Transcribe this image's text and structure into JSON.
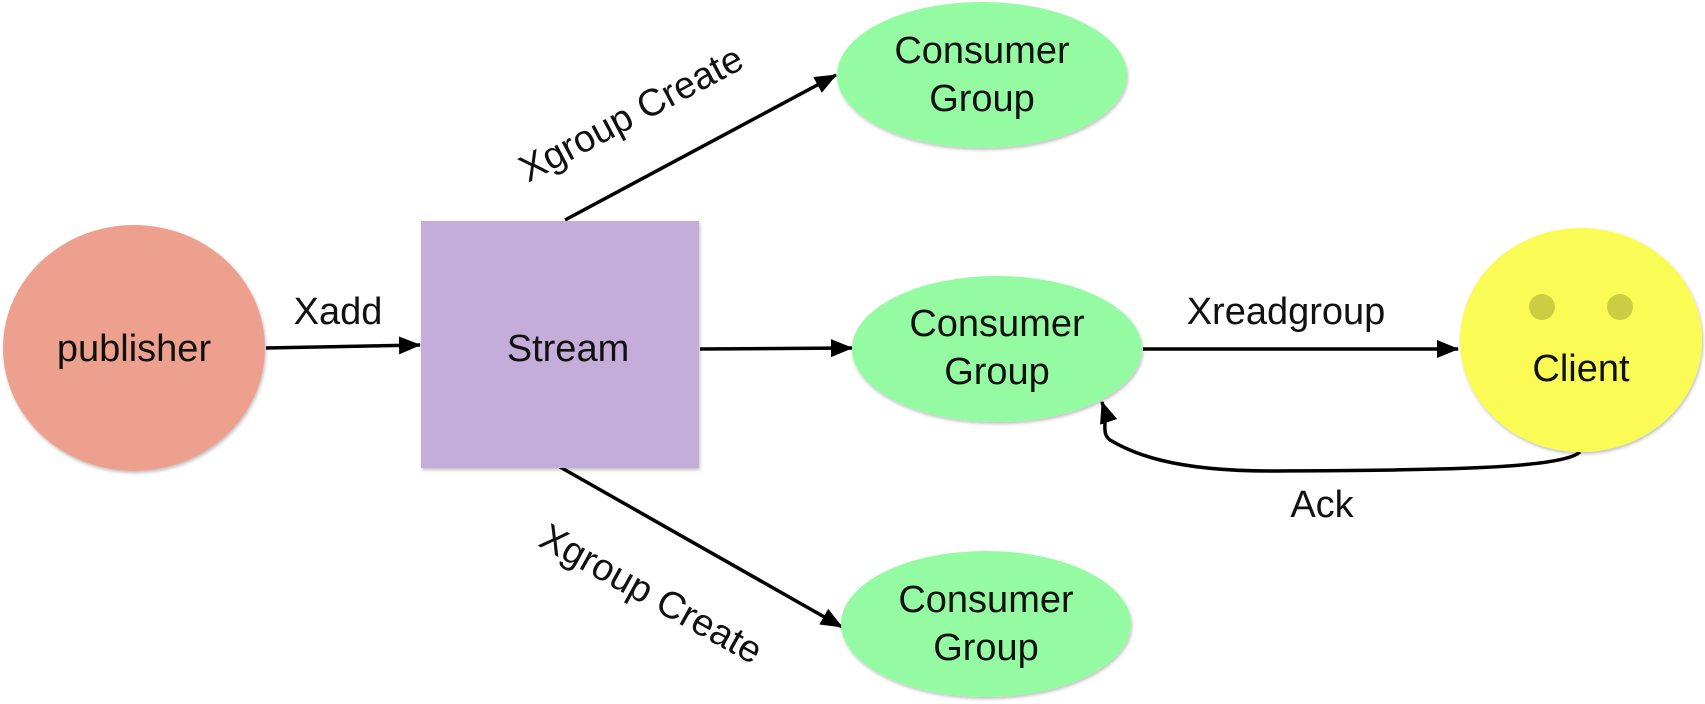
{
  "colors": {
    "publisher": "#EEA08F",
    "stream": "#C5ADD9",
    "consumer_group": "#94FBA2",
    "client": "#FBFB55",
    "client_eyes": "#CDCD44",
    "edge": "#000000"
  },
  "nodes": {
    "publisher": {
      "label": "publisher"
    },
    "stream": {
      "label": "Stream"
    },
    "consumer_group_top": {
      "label_line1": "Consumer",
      "label_line2": "Group"
    },
    "consumer_group_middle": {
      "label_line1": "Consumer",
      "label_line2": "Group"
    },
    "consumer_group_bottom": {
      "label_line1": "Consumer",
      "label_line2": "Group"
    },
    "client": {
      "label": "Client"
    }
  },
  "edges": {
    "xadd": {
      "label": "Xadd"
    },
    "xgroup_create_top": {
      "label": "Xgroup Create"
    },
    "xgroup_create_bottom": {
      "label": "Xgroup Create"
    },
    "xreadgroup": {
      "label": "Xreadgroup"
    },
    "ack": {
      "label": "Ack"
    }
  }
}
